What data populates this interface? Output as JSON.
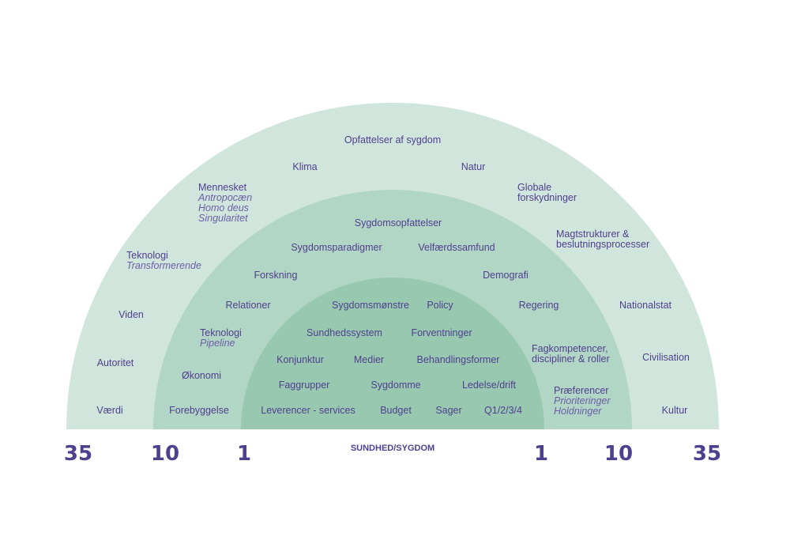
{
  "colors": {
    "outer_ring": "#d0e6dc",
    "middle_ring": "#b2d6c5",
    "inner_ring": "#98c9b0",
    "text": "#4f3f8f"
  },
  "scale": {
    "left": [
      "35",
      "10",
      "1"
    ],
    "center_title": "SUNDHED/SYGDOM",
    "right": [
      "1",
      "10",
      "35"
    ]
  },
  "outer_ring": {
    "items": [
      {
        "label": "Opfattelser af sygdom"
      },
      {
        "label": "Klima"
      },
      {
        "label": "Natur"
      },
      {
        "label": "Mennesket",
        "sub": [
          "Antropocæn",
          "Homo deus",
          "Singularitet"
        ]
      },
      {
        "label": "Globale",
        "sub_plain": [
          "forskydninger"
        ]
      },
      {
        "label": "Magtstrukturer &",
        "sub_plain": [
          "beslutningsprocesser"
        ]
      },
      {
        "label": "Teknologi",
        "sub": [
          "Transformerende"
        ]
      },
      {
        "label": "Nationalstat"
      },
      {
        "label": "Viden"
      },
      {
        "label": "Autoritet"
      },
      {
        "label": "Civilisation"
      },
      {
        "label": "Værdi"
      },
      {
        "label": "Kultur"
      }
    ]
  },
  "middle_ring": {
    "items": [
      {
        "label": "Sygdomsopfattelser"
      },
      {
        "label": "Sygdomsparadigmer"
      },
      {
        "label": "Velfærdssamfund"
      },
      {
        "label": "Forskning"
      },
      {
        "label": "Demografi"
      },
      {
        "label": "Relationer"
      },
      {
        "label": "Regering"
      },
      {
        "label": "Teknologi",
        "sub": [
          "Pipeline"
        ]
      },
      {
        "label": "Fagkompetencer,",
        "sub_plain": [
          "discipliner & roller"
        ]
      },
      {
        "label": "Økonomi"
      },
      {
        "label": "Præferencer",
        "sub": [
          "Prioriteringer",
          "Holdninger"
        ]
      },
      {
        "label": "Forebyggelse"
      }
    ]
  },
  "inner_ring": {
    "items": [
      {
        "label": "Sygdomsmønstre"
      },
      {
        "label": "Policy"
      },
      {
        "label": "Sundhedssystem"
      },
      {
        "label": "Forventninger"
      },
      {
        "label": "Konjunktur"
      },
      {
        "label": "Medier"
      },
      {
        "label": "Behandlingsformer"
      },
      {
        "label": "Faggrupper"
      },
      {
        "label": "Sygdomme"
      },
      {
        "label": "Ledelse/drift"
      },
      {
        "label": "Leverencer - services"
      },
      {
        "label": "Budget"
      },
      {
        "label": "Sager"
      },
      {
        "label": "Q1/2/3/4"
      }
    ]
  }
}
